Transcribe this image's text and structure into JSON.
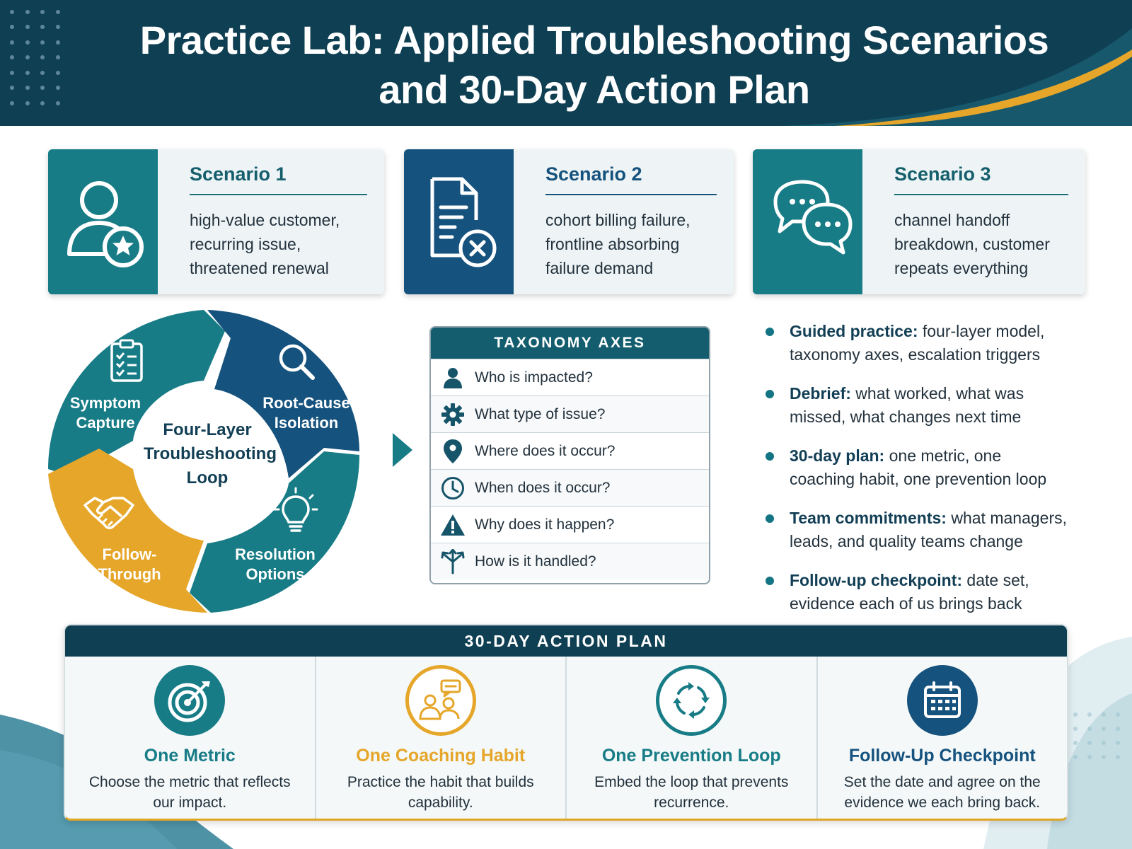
{
  "title": {
    "line1": "Practice Lab: Applied Troubleshooting Scenarios",
    "line2": "and 30-Day Action Plan"
  },
  "scenarios": [
    {
      "title": "Scenario 1",
      "description": "high-value customer, recurring issue, threatened renewal",
      "icon": "user-star-icon",
      "color": "#177c86"
    },
    {
      "title": "Scenario 2",
      "description": "cohort billing failure, frontline absorbing failure demand",
      "icon": "document-error-icon",
      "color": "#15527d"
    },
    {
      "title": "Scenario 3",
      "description": "channel handoff breakdown, customer repeats everything",
      "icon": "chat-bubbles-icon",
      "color": "#177c86"
    }
  ],
  "loop": {
    "center": "Four-Layer Troubleshooting Loop",
    "segments": [
      {
        "label": "Symptom Capture",
        "icon": "clipboard-checklist-icon",
        "color": "#177c86"
      },
      {
        "label": "Root-Cause Isolation",
        "icon": "magnifier-icon",
        "color": "#15527d"
      },
      {
        "label": "Resolution Options",
        "icon": "lightbulb-icon",
        "color": "#177c86"
      },
      {
        "label": "Follow-Through",
        "icon": "handshake-icon",
        "color": "#e5a62a"
      }
    ]
  },
  "taxonomy": {
    "heading": "TAXONOMY AXES",
    "rows": [
      {
        "text": "Who is impacted?",
        "icon": "person-icon"
      },
      {
        "text": "What type of issue?",
        "icon": "gear-icon"
      },
      {
        "text": "Where does it occur?",
        "icon": "location-pin-icon"
      },
      {
        "text": "When does it occur?",
        "icon": "clock-icon"
      },
      {
        "text": "Why does it happen?",
        "icon": "warning-icon"
      },
      {
        "text": "How is it handled?",
        "icon": "branching-arrows-icon"
      }
    ]
  },
  "bullets": [
    {
      "label": "Guided practice:",
      "text": " four-layer model, taxonomy axes, escalation triggers"
    },
    {
      "label": "Debrief:",
      "text": " what worked, what was missed, what changes next time"
    },
    {
      "label": "30-day plan:",
      "text": " one metric, one coaching habit, one prevention loop"
    },
    {
      "label": "Team commitments:",
      "text": " what managers, leads, and quality teams change"
    },
    {
      "label": "Follow-up checkpoint:",
      "text": " date set, evidence each of us brings back"
    }
  ],
  "plan": {
    "heading": "30-DAY ACTION PLAN",
    "items": [
      {
        "title": "One Metric",
        "description": "Choose the metric that reflects our impact.",
        "icon": "target-icon",
        "color": "#177c86"
      },
      {
        "title": "One Coaching Habit",
        "description": "Practice the habit that builds capability.",
        "icon": "coaching-people-icon",
        "color": "#e5a62a"
      },
      {
        "title": "One Prevention Loop",
        "description": "Embed the loop that prevents recurrence.",
        "icon": "cycle-arrows-icon",
        "color": "#177c86"
      },
      {
        "title": "Follow-Up Checkpoint",
        "description": "Set the date and agree on the evidence we each bring back.",
        "icon": "calendar-icon",
        "color": "#15527d"
      }
    ]
  },
  "colors": {
    "navy": "#0f3f52",
    "teal": "#177c86",
    "blue": "#15527d",
    "gold": "#e5a62a"
  }
}
